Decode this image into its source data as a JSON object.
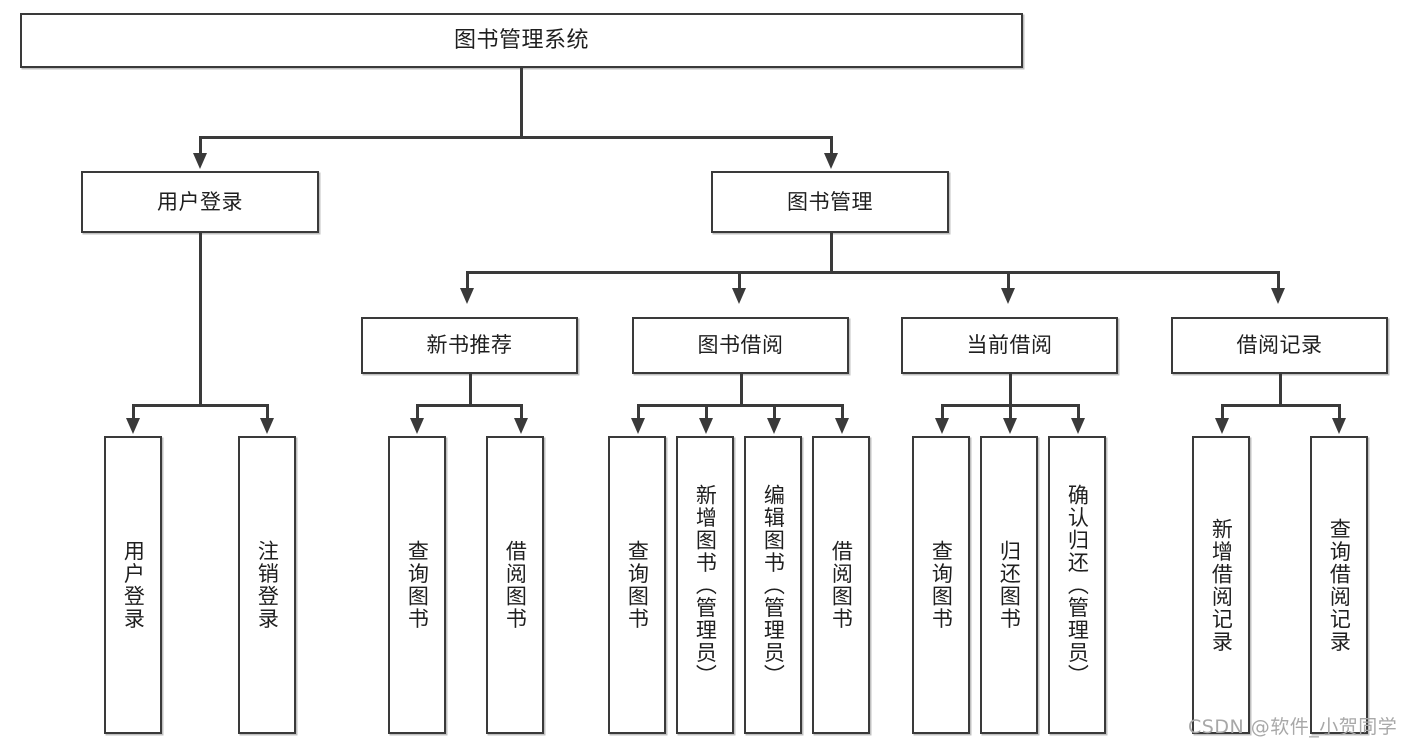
{
  "diagram": {
    "type": "tree",
    "title": "图书管理系统",
    "root": {
      "label": "图书管理系统"
    },
    "level2": [
      {
        "label": "用户登录"
      },
      {
        "label": "图书管理"
      }
    ],
    "level3": [
      {
        "label": "新书推荐"
      },
      {
        "label": "图书借阅"
      },
      {
        "label": "当前借阅"
      },
      {
        "label": "借阅记录"
      }
    ],
    "leaves": {
      "user_login": [
        {
          "label": "用户登录"
        },
        {
          "label": "注销登录"
        }
      ],
      "new_book_recommend": [
        {
          "label": "查询图书"
        },
        {
          "label": "借阅图书"
        }
      ],
      "book_borrow": [
        {
          "label": "查询图书"
        },
        {
          "label": "新增图书（管理员）"
        },
        {
          "label": "编辑图书（管理员）"
        },
        {
          "label": "借阅图书"
        }
      ],
      "current_borrow": [
        {
          "label": "查询图书"
        },
        {
          "label": "归还图书"
        },
        {
          "label": "确认归还（管理员）"
        }
      ],
      "borrow_record": [
        {
          "label": "新增借阅记录"
        },
        {
          "label": "查询借阅记录"
        }
      ]
    }
  },
  "watermark": {
    "text": "CSDN @软件_小贺同学"
  },
  "colors": {
    "stroke": "#3a3a3a",
    "background": "#ffffff",
    "text": "#1f1f1f",
    "watermark": "#a8a8a8"
  }
}
